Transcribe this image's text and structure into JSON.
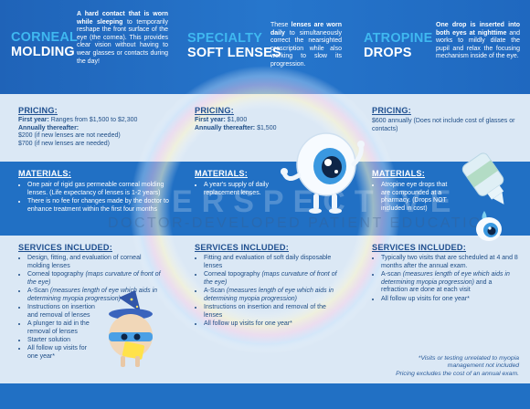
{
  "columns": [
    {
      "title_top": "CORNEAL",
      "title_bottom": "MOLDING",
      "desc_bold": "A hard contact that is worn while sleeping",
      "desc_rest": " to temporarily reshape the front surface of the eye (the cornea). This provides clear vision without having to wear glasses or contacts during the day!",
      "pricing_title": "PRICING:",
      "pricing_lines": [
        {
          "bold": "First year:",
          "text": " Ranges from $1,500 to $2,300"
        },
        {
          "bold": "Annually thereafter:",
          "text": ""
        },
        {
          "bold": "",
          "text": "$200 (if new lenses are not needed)"
        },
        {
          "bold": "",
          "text": "$700 (if new lenses are needed)"
        }
      ],
      "materials_title": "MATERIALS:",
      "materials": [
        "One pair of rigid gas permeable corneal molding lenses. (Life expectancy of lenses is 1-2 years)",
        "There is no fee for changes made by the doctor to enhance treatment within the first four months"
      ],
      "services_title": "SERVICES INCLUDED:",
      "services": [
        {
          "text": "Design, fitting, and evaluation of corneal molding lenses",
          "em": ""
        },
        {
          "text": "Corneal topography ",
          "em": "(maps curvature of front of the eye)"
        },
        {
          "text": "A-Scan ",
          "em": "(measures length of eye which aids in determining myopia progression)"
        },
        {
          "text": "Instructions on insertion and removal of lenses",
          "em": ""
        },
        {
          "text": "A plunger to aid in the removal of lenses",
          "em": ""
        },
        {
          "text": "Starter solution",
          "em": ""
        },
        {
          "text": "All follow up visits for one year*",
          "em": ""
        }
      ]
    },
    {
      "title_top": "SPECIALTY",
      "title_bottom": "SOFT LENSES",
      "desc_pre": "These ",
      "desc_bold": "lenses are worn daily",
      "desc_rest": " to simultaneously correct the nearsighted prescription while also working to slow its progression.",
      "pricing_title": "PRICING:",
      "pricing_lines": [
        {
          "bold": "First year:",
          "text": " $1,800"
        },
        {
          "bold": "Annually thereafter:",
          "text": " $1,500"
        }
      ],
      "materials_title": "MATERIALS:",
      "materials": [
        "A year's supply of daily replacement lenses."
      ],
      "services_title": "SERVICES INCLUDED:",
      "services": [
        {
          "text": "Fitting and evaluation of soft daily disposable lenses",
          "em": ""
        },
        {
          "text": "Corneal topography ",
          "em": "(maps curvature of front of the eye)"
        },
        {
          "text": "A-Scan ",
          "em": "(measures length of eye which aids in determining myopia progression)"
        },
        {
          "text": "Instructions on insertion and removal of the lenses",
          "em": ""
        },
        {
          "text": "All follow up visits for one year*",
          "em": ""
        }
      ]
    },
    {
      "title_top": "ATROPINE",
      "title_bottom": "DROPS",
      "desc_bold": "One drop is inserted into both eyes at nighttime",
      "desc_rest": " and works to mildly dilate the pupil and relax the focusing mechanism inside of the eye.",
      "pricing_title": "PRICING:",
      "pricing_lines": [
        {
          "bold": "",
          "text": "$600 annually (Does not include cost of glasses or contacts)"
        }
      ],
      "materials_title": "MATERIALS:",
      "materials": [
        "Atropine eye drops that are compounded at a pharmacy. (Drops NOT included in cost)"
      ],
      "services_title": "SERVICES INCLUDED:",
      "services": [
        {
          "text": "Typically two visits that are scheduled at 4 and 8 months after the annual exam.",
          "em": ""
        },
        {
          "text": "A-scan ",
          "em": "(measures length of eye which aids in determining myopia progression)",
          "tail": " and a refraction are done at each visit"
        },
        {
          "text": "All follow up visits for one year*",
          "em": ""
        }
      ]
    }
  ],
  "watermark": {
    "line1": "ERSPECTIVE",
    "line2": "DOCTOR-DEVELOPED PATIENT EDUCATION"
  },
  "footnote": {
    "line1": "*Visits or testing unrelated to myopia",
    "line2": "management not included",
    "line3": "Pricing excludes the cost of an annual exam."
  },
  "colors": {
    "dark_blue": "#2170c4",
    "accent": "#3fb8f0",
    "text_dark": "#1e4d86"
  },
  "icons": [
    "eye-mascot",
    "eye-drop-bottle",
    "wizard-eye-mascot"
  ]
}
